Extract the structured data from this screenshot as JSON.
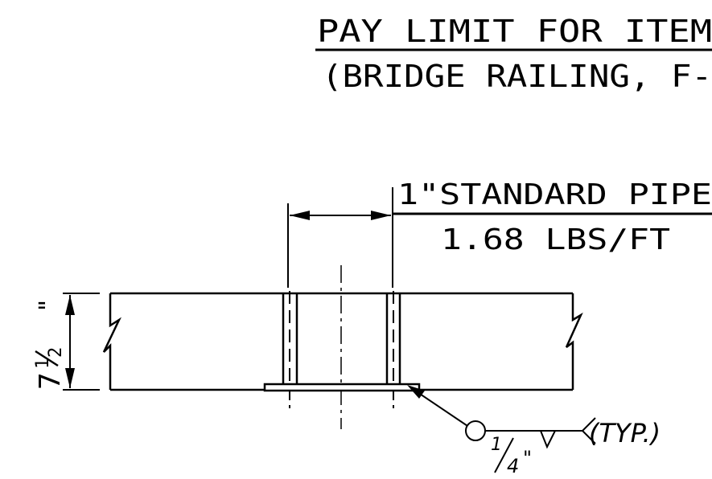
{
  "title": {
    "line1": "PAY LIMIT FOR ITEM",
    "line2": "(BRIDGE RAILING, F-"
  },
  "pipe_label": {
    "line1": "1\"STANDARD PIPE",
    "line2": "1.68 LBS/FT"
  },
  "height_dim": {
    "whole": "7",
    "num": "1",
    "den": "2",
    "mark": "\""
  },
  "weld": {
    "num": "1",
    "den": "4",
    "mark": "\"",
    "note": "(TYP.)"
  }
}
